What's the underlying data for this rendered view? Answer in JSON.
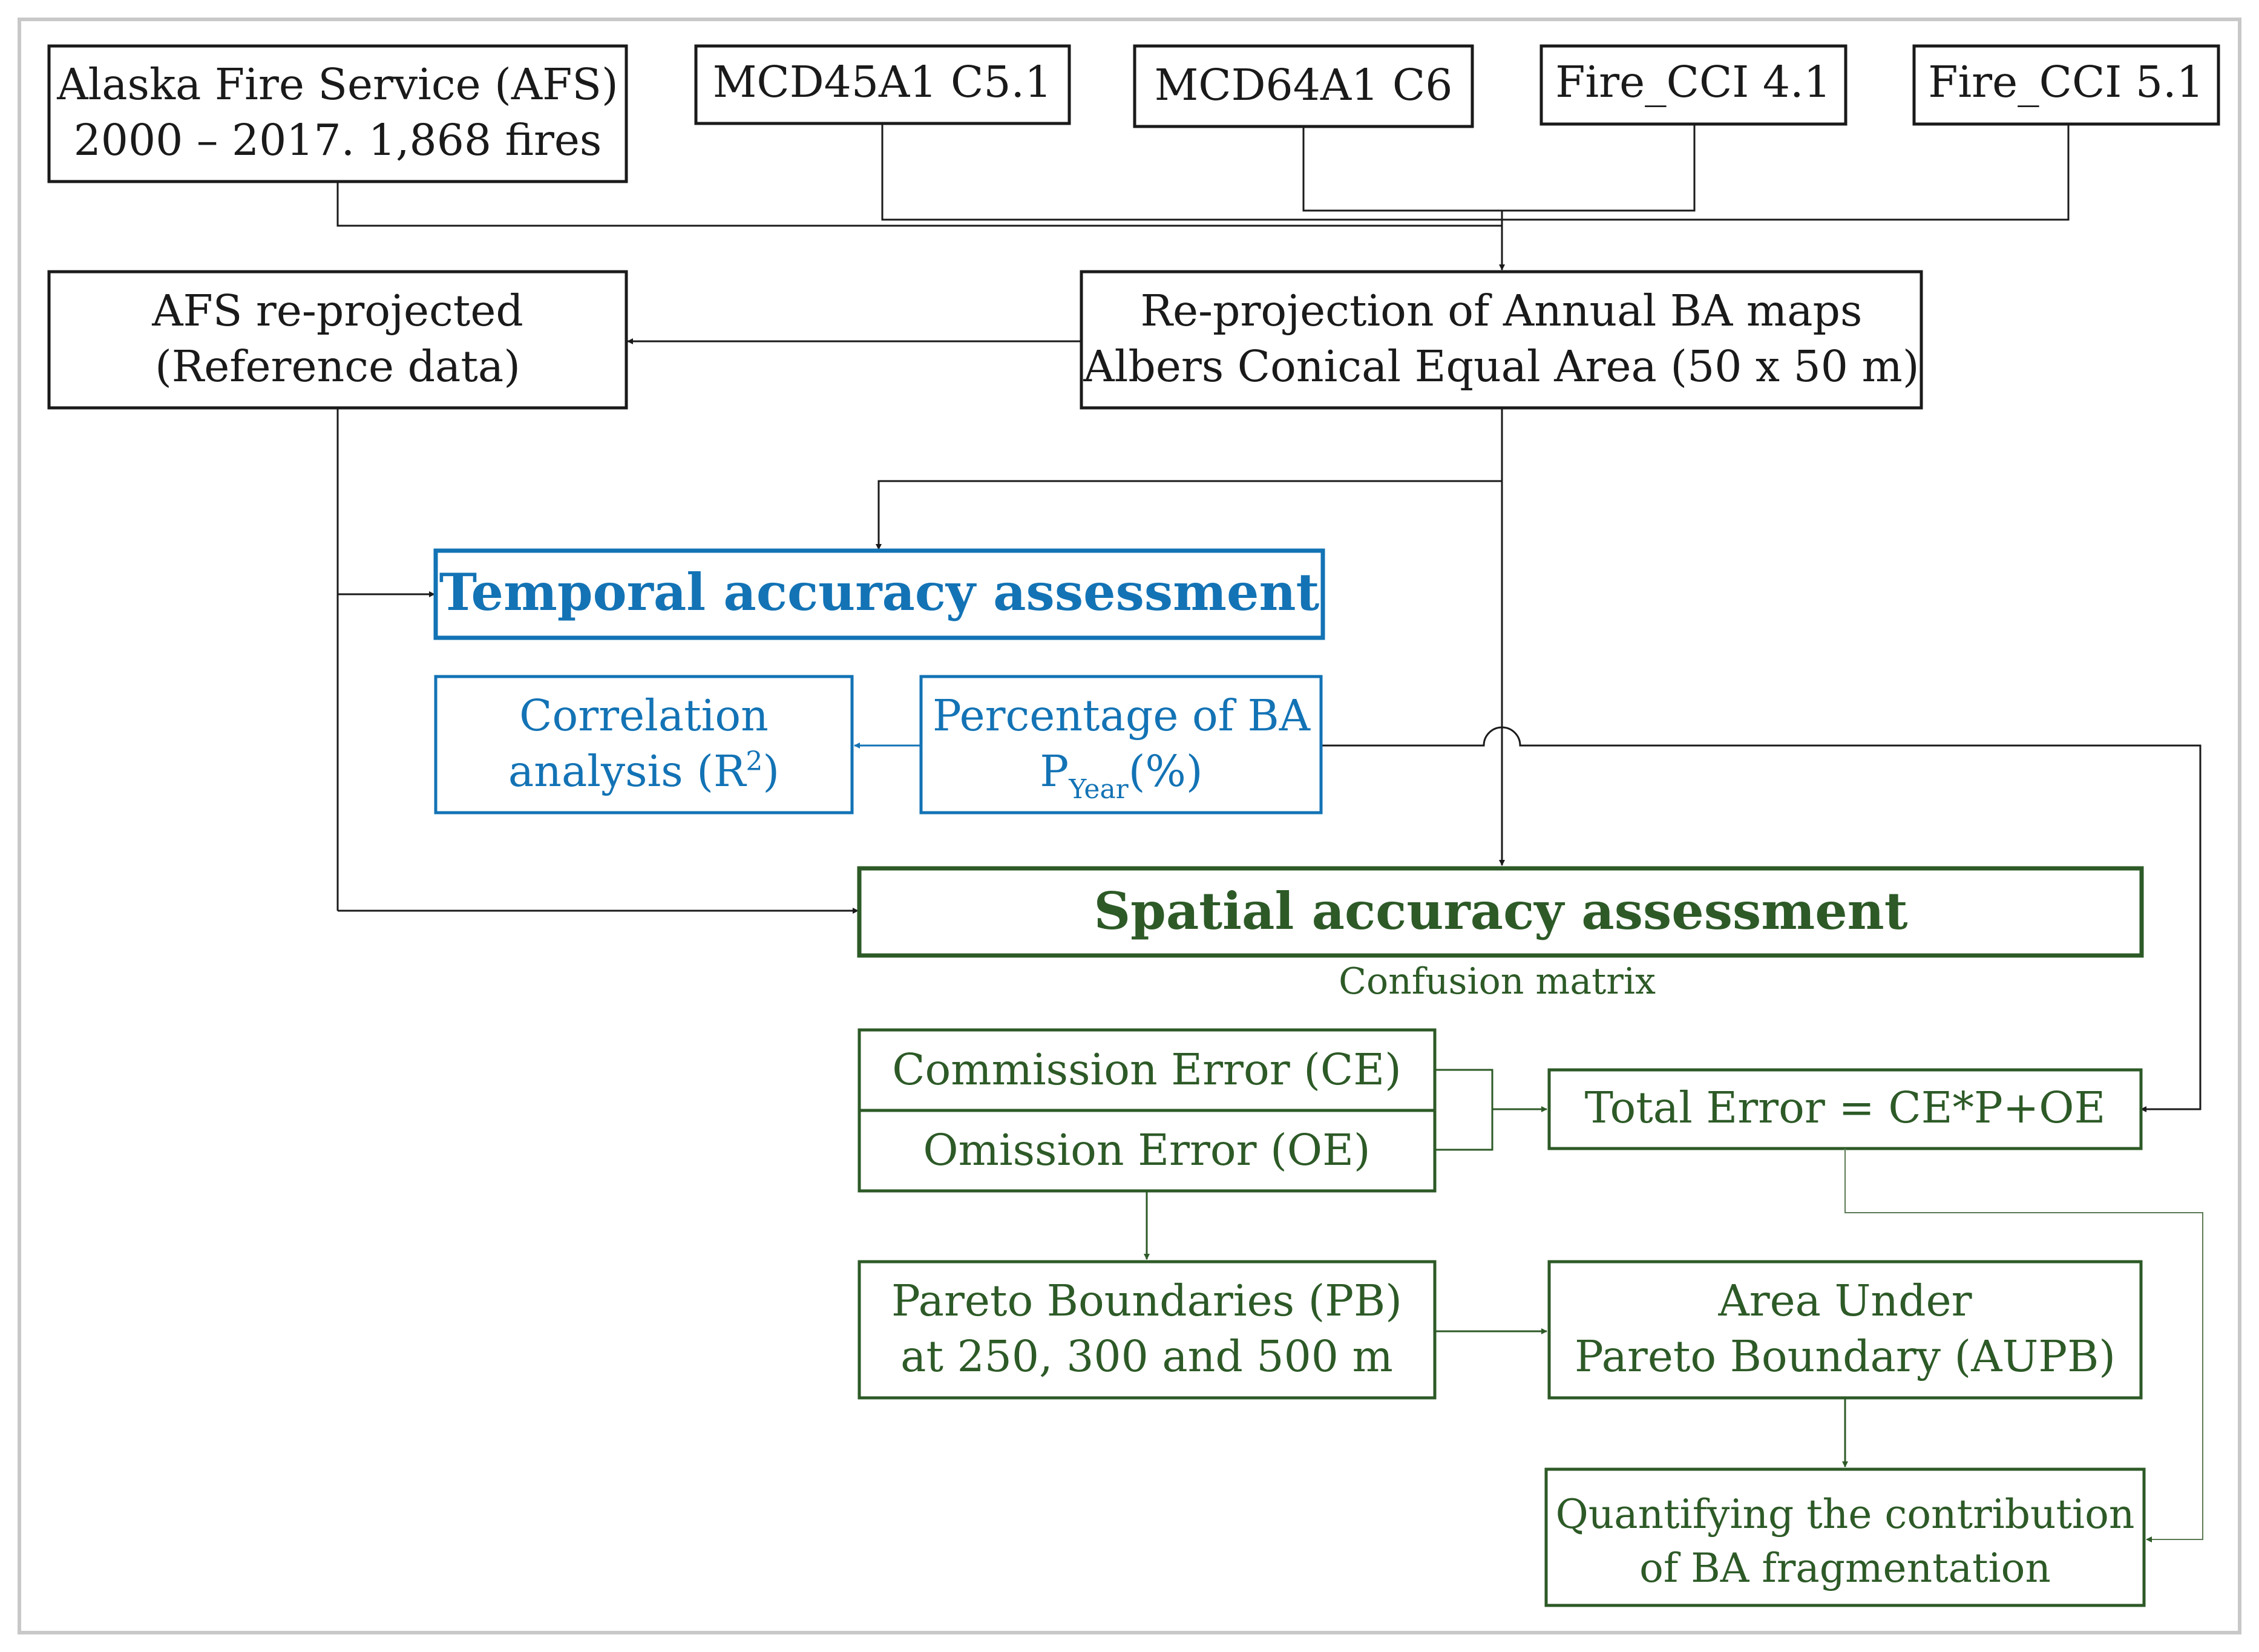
{
  "colors": {
    "black": "#1a1a1a",
    "blue": "#1373b5",
    "green": "#2d5a27",
    "frame": "#c8c8c8"
  },
  "sources": {
    "afs_line1": "Alaska Fire Service (AFS)",
    "afs_line2": "2000 – 2017. 1,868 fires",
    "mcd45": "MCD45A1 C5.1",
    "mcd64": "MCD64A1 C6",
    "cci41": "Fire_CCI 4.1",
    "cci51": "Fire_CCI 5.1"
  },
  "afs_reprojected": {
    "line1": "AFS re-projected",
    "line2": "(Reference data)"
  },
  "reprojection": {
    "line1": "Re-projection of Annual BA maps",
    "line2": "Albers Conical Equal Area (50 x 50 m)"
  },
  "temporal": {
    "title": "Temporal accuracy assessment",
    "correlation_line1": "Correlation",
    "correlation_line2_prefix": "analysis (R",
    "correlation_line2_sup": "2",
    "correlation_line2_suffix": ")",
    "percentage_line1": "Percentage of BA",
    "percentage_p": "P",
    "percentage_sub": "Year",
    "percentage_suffix": "(%)"
  },
  "spatial": {
    "title": "Spatial accuracy assessment",
    "confusion_matrix": "Confusion matrix",
    "commission": "Commission Error (CE)",
    "omission": "Omission Error (OE)",
    "total_error": "Total Error = CE*P+OE",
    "pareto_line1": "Pareto Boundaries (PB)",
    "pareto_line2": "at 250, 300 and 500 m",
    "aupb_line1": "Area Under",
    "aupb_line2": "Pareto Boundary (AUPB)",
    "quant_line1": "Quantifying the contribution",
    "quant_line2": "of BA fragmentation"
  }
}
